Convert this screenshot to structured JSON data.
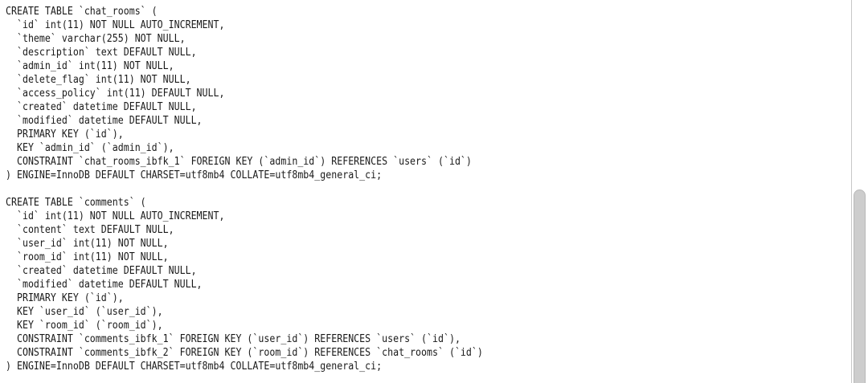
{
  "editor": {
    "lines": [
      "CREATE TABLE `chat_rooms` (",
      "  `id` int(11) NOT NULL AUTO_INCREMENT,",
      "  `theme` varchar(255) NOT NULL,",
      "  `description` text DEFAULT NULL,",
      "  `admin_id` int(11) NOT NULL,",
      "  `delete_flag` int(11) NOT NULL,",
      "  `access_policy` int(11) DEFAULT NULL,",
      "  `created` datetime DEFAULT NULL,",
      "  `modified` datetime DEFAULT NULL,",
      "  PRIMARY KEY (`id`),",
      "  KEY `admin_id` (`admin_id`),",
      "  CONSTRAINT `chat_rooms_ibfk_1` FOREIGN KEY (`admin_id`) REFERENCES `users` (`id`)",
      ") ENGINE=InnoDB DEFAULT CHARSET=utf8mb4 COLLATE=utf8mb4_general_ci;",
      "",
      "CREATE TABLE `comments` (",
      "  `id` int(11) NOT NULL AUTO_INCREMENT,",
      "  `content` text DEFAULT NULL,",
      "  `user_id` int(11) NOT NULL,",
      "  `room_id` int(11) NOT NULL,",
      "  `created` datetime DEFAULT NULL,",
      "  `modified` datetime DEFAULT NULL,",
      "  PRIMARY KEY (`id`),",
      "  KEY `user_id` (`user_id`),",
      "  KEY `room_id` (`room_id`),",
      "  CONSTRAINT `comments_ibfk_1` FOREIGN KEY (`user_id`) REFERENCES `users` (`id`),",
      "  CONSTRAINT `comments_ibfk_2` FOREIGN KEY (`room_id`) REFERENCES `chat_rooms` (`id`)",
      ") ENGINE=InnoDB DEFAULT CHARSET=utf8mb4 COLLATE=utf8mb4_general_ci;"
    ]
  },
  "scrollbar": {
    "position_fraction": 0.5
  },
  "colors": {
    "background": "#ffffff",
    "text": "#1a1a1a",
    "scroll_thumb": "#cdcdcd"
  }
}
